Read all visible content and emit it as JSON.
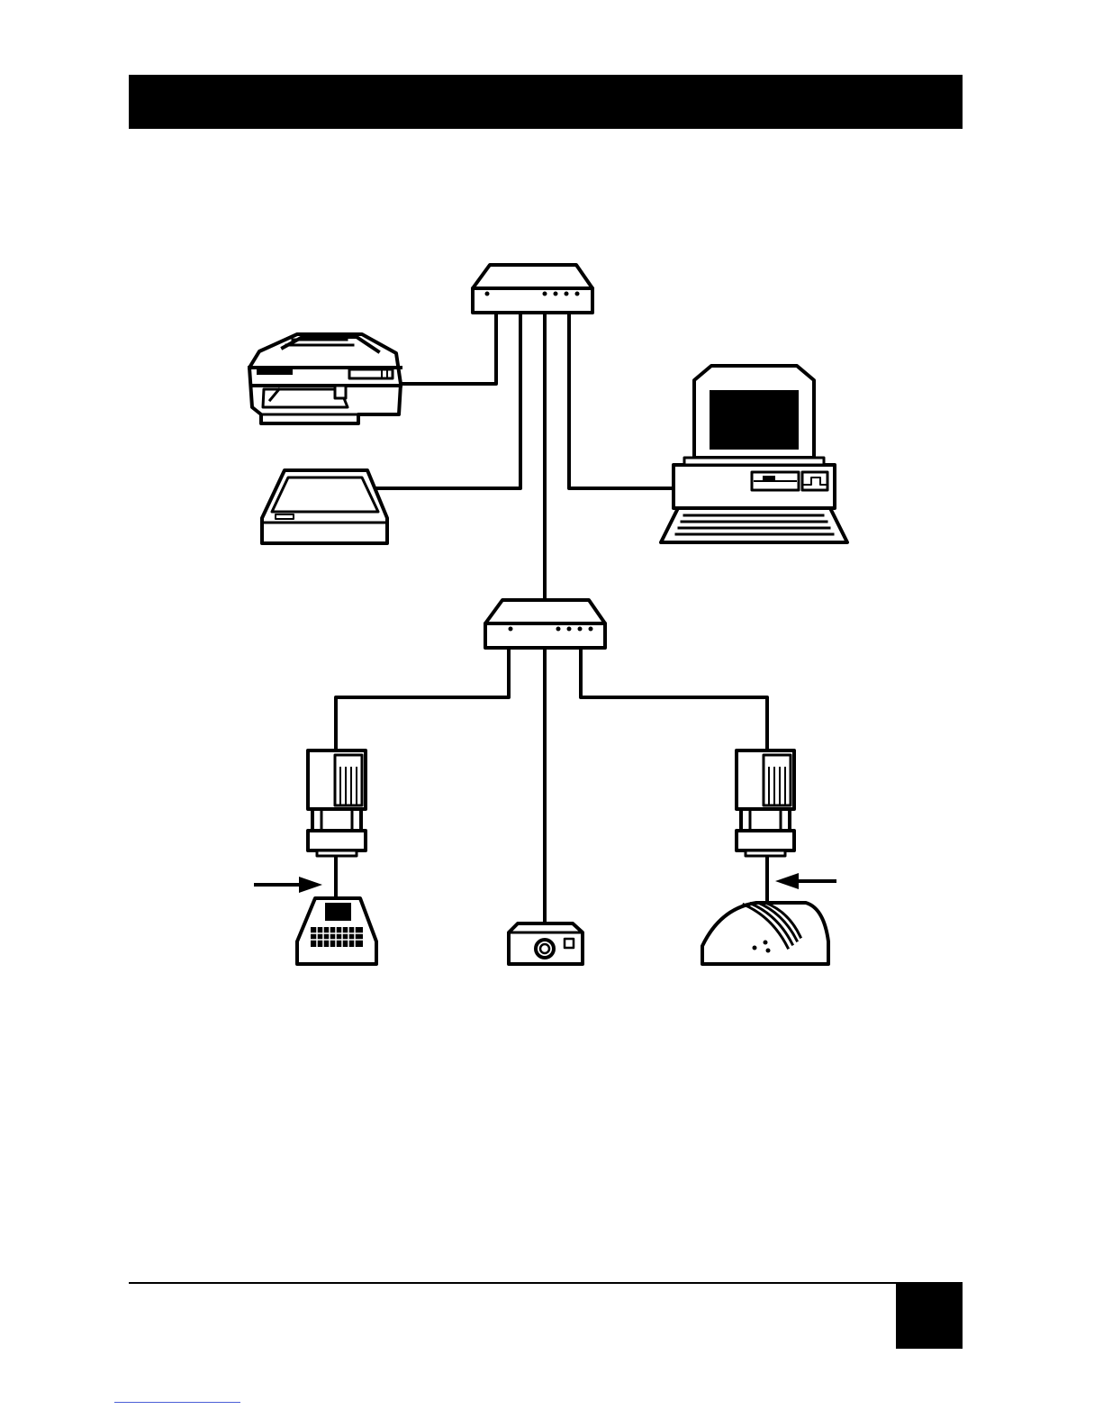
{
  "page": {
    "header_bar_color": "#000000",
    "footer_tab_color": "#000000",
    "link_underline_color": "#4a5fd6"
  },
  "diagram": {
    "line_color": "#000000",
    "devices": [
      {
        "id": "hub-upper",
        "icon": "network-hub-icon"
      },
      {
        "id": "hub-lower",
        "icon": "network-hub-icon"
      },
      {
        "id": "printer",
        "icon": "printer-icon"
      },
      {
        "id": "scanner",
        "icon": "flatbed-scanner-icon"
      },
      {
        "id": "workstation",
        "icon": "desktop-computer-icon"
      },
      {
        "id": "adapter-left",
        "icon": "adapter-connector-icon"
      },
      {
        "id": "adapter-right",
        "icon": "adapter-connector-icon"
      },
      {
        "id": "terminal",
        "icon": "terminal-icon"
      },
      {
        "id": "projector",
        "icon": "projector-icon"
      },
      {
        "id": "modem",
        "icon": "modem-icon"
      }
    ],
    "arrows": [
      {
        "id": "arrow-left",
        "icon": "arrow-right-icon"
      },
      {
        "id": "arrow-right",
        "icon": "arrow-left-icon"
      }
    ]
  }
}
